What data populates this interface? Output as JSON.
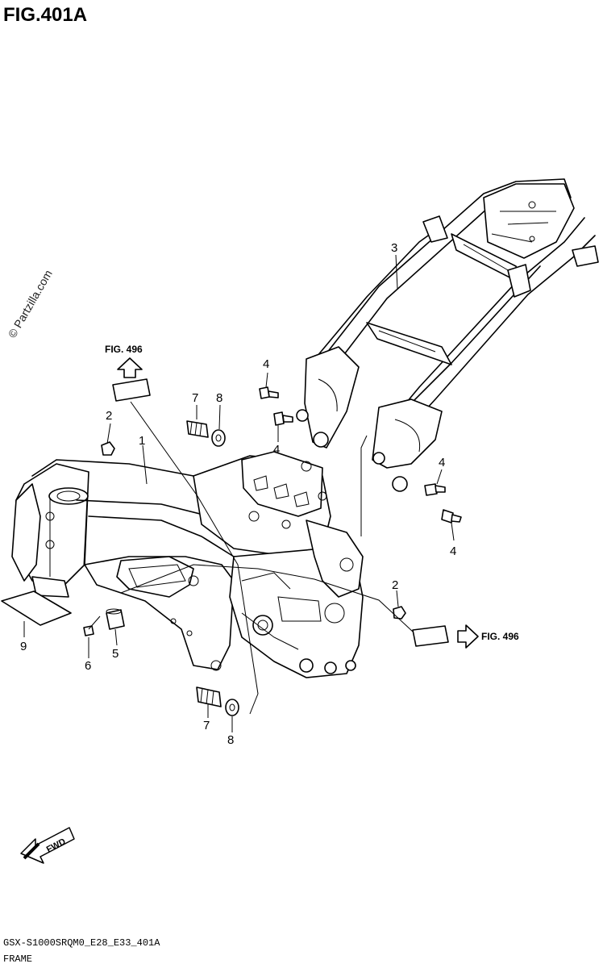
{
  "header": {
    "title": "FIG.401A"
  },
  "watermark": "© Partzilla.com",
  "footer": {
    "code": "GSX-S1000SRQM0_E28_E33_401A",
    "name": "FRAME"
  },
  "fwd_arrow": {
    "label": "FWD"
  },
  "references": [
    {
      "id": "ref-top",
      "text": "FIG. 496"
    },
    {
      "id": "ref-right",
      "text": "FIG. 496"
    }
  ],
  "callouts": [
    "1",
    "2",
    "2",
    "3",
    "4",
    "4",
    "4",
    "4",
    "5",
    "6",
    "7",
    "7",
    "8",
    "8",
    "9"
  ]
}
